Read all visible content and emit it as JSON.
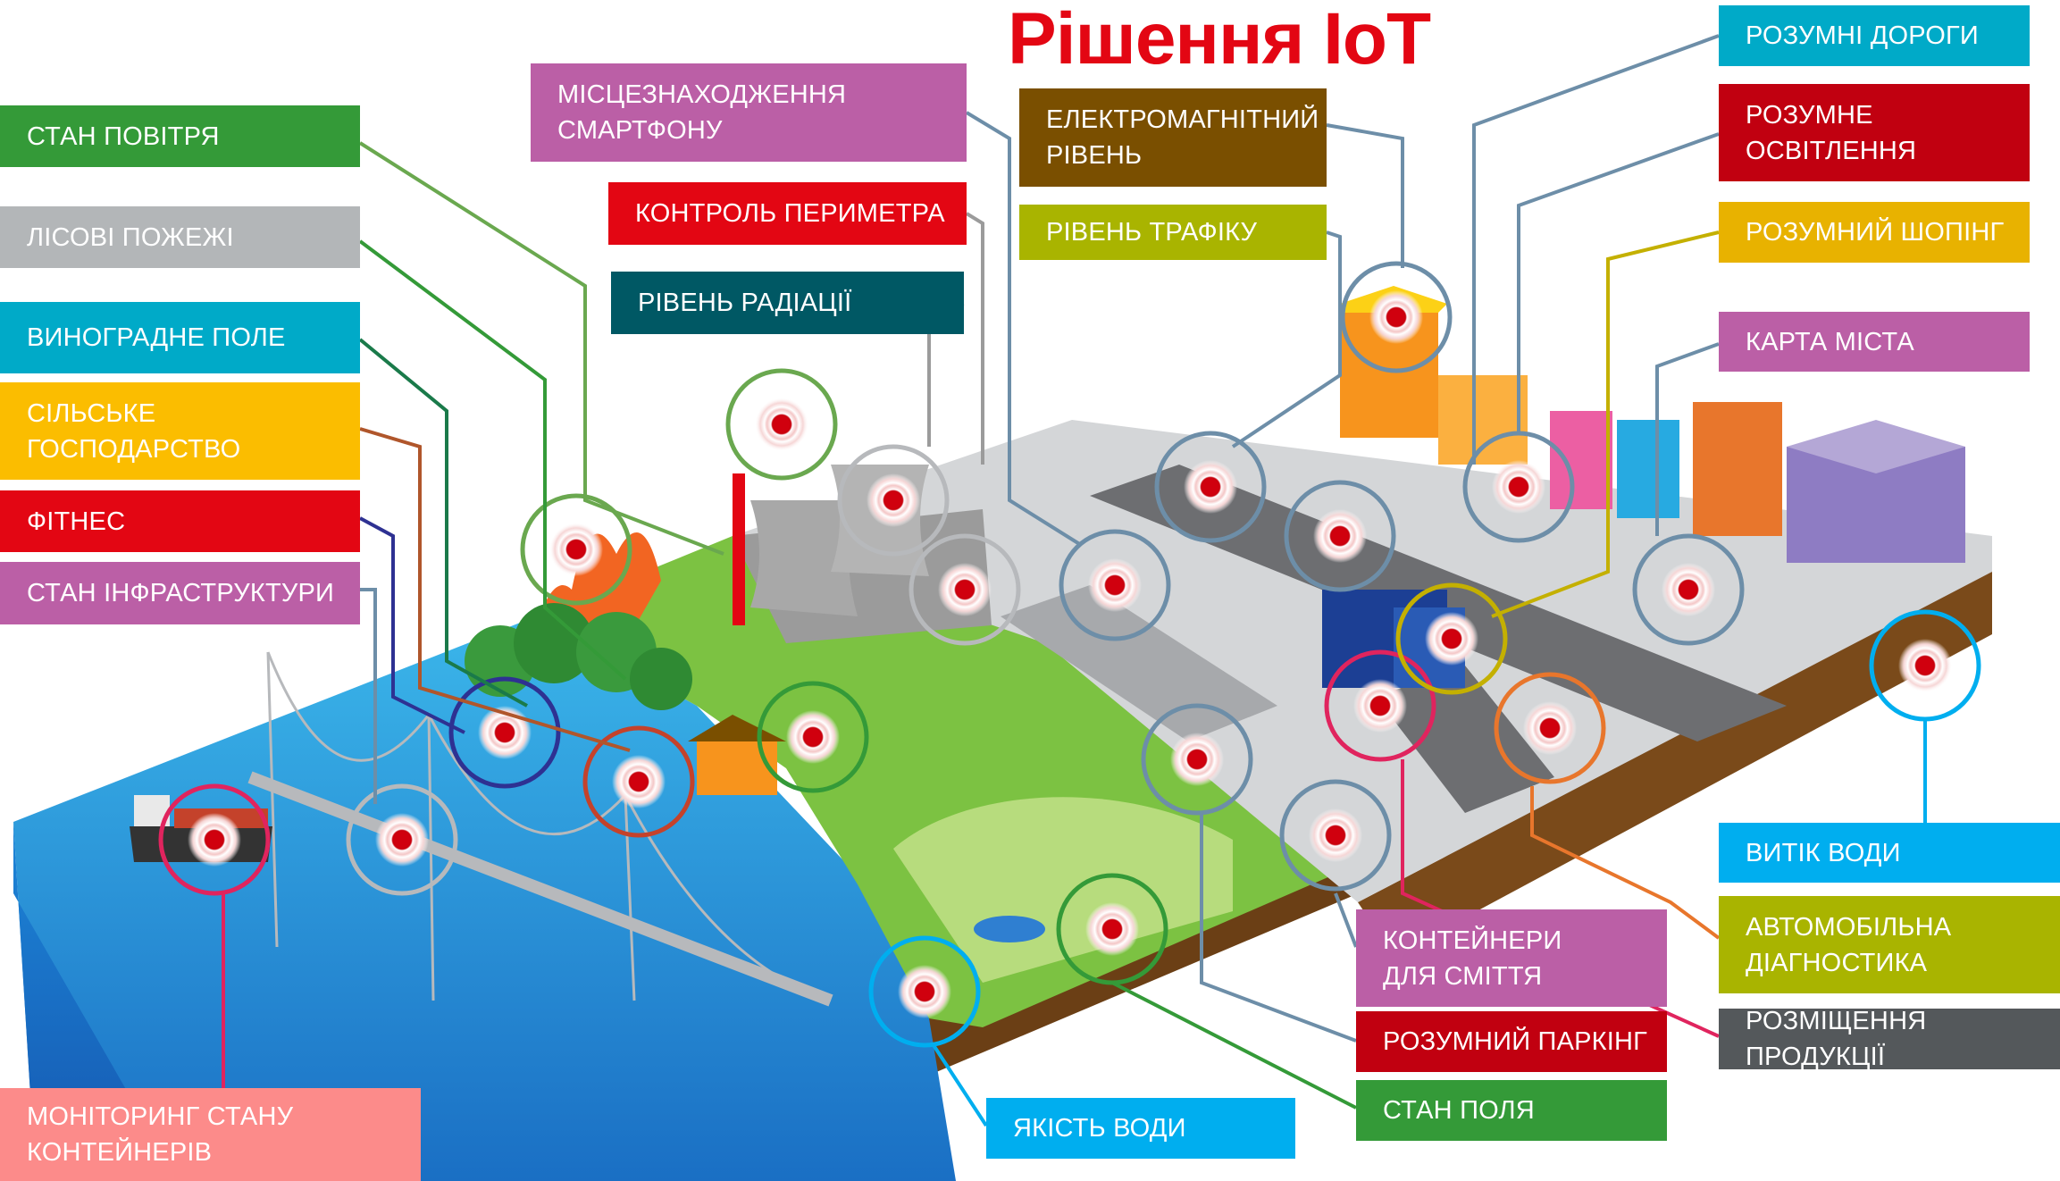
{
  "title": "Рішення IoT",
  "colors": {
    "title": "#e30613",
    "green": "#349a38",
    "gray": "#b3b6b8",
    "cyan": "#00aac8",
    "yellow": "#fbbd00",
    "red": "#e30613",
    "purple": "#bb5fa6",
    "dark_teal": "#005864",
    "brown": "#7a4f00",
    "olive": "#a9b400",
    "dark_red": "#c10010",
    "gold": "#e8b200",
    "sky": "#00aeef",
    "slate": "#54585b",
    "pink": "#fc8b8a",
    "water": "#1e8fd6",
    "grass": "#7cc242",
    "soil": "#6b3f15",
    "road": "#6d6e71",
    "pavement": "#d4d6d8"
  },
  "left_labels": [
    {
      "id": "air",
      "text": "СТАН ПОВІТРЯ",
      "color": "#349a38"
    },
    {
      "id": "forest-fire",
      "text": "ЛІСОВІ ПОЖЕЖІ",
      "color": "#b3b6b8"
    },
    {
      "id": "vineyard",
      "text": "ВИНОГРАДНЕ ПОЛЕ",
      "color": "#00aac8"
    },
    {
      "id": "agriculture",
      "text": "СІЛЬСЬКЕ\nГОСПОДАРСТВО",
      "color": "#fbbd00"
    },
    {
      "id": "fitness",
      "text": "ФІТНЕС",
      "color": "#e30613"
    },
    {
      "id": "infrastructure",
      "text": "СТАН ІНФРАСТРУКТУРИ",
      "color": "#bb5fa6"
    }
  ],
  "center_labels": [
    {
      "id": "smartphone-location",
      "text": "МІСЦЕЗНАХОДЖЕННЯ\nСМАРТФОНУ",
      "color": "#bb5fa6"
    },
    {
      "id": "perimeter-control",
      "text": "КОНТРОЛЬ ПЕРИМЕТРА",
      "color": "#e30613"
    },
    {
      "id": "radiation-level",
      "text": "РІВЕНЬ РАДІАЦІЇ",
      "color": "#005864"
    },
    {
      "id": "em-level",
      "text": "ЕЛЕКТРОМАГНІТНИЙ\nРІВЕНЬ",
      "color": "#7a4f00"
    },
    {
      "id": "traffic-level",
      "text": "РІВЕНЬ ТРАФІКУ",
      "color": "#a9b400"
    }
  ],
  "right_labels": [
    {
      "id": "smart-roads",
      "text": "РОЗУМНІ ДОРОГИ",
      "color": "#00aac8"
    },
    {
      "id": "smart-lighting",
      "text": "РОЗУМНЕ\nОСВІТЛЕННЯ",
      "color": "#c10010"
    },
    {
      "id": "smart-shopping",
      "text": "РОЗУМНИЙ ШОПІНГ",
      "color": "#e8b200"
    },
    {
      "id": "city-map",
      "text": "КАРТА МІСТА",
      "color": "#bb5fa6"
    },
    {
      "id": "water-leak",
      "text": "ВИТІК ВОДИ",
      "color": "#00aeef"
    },
    {
      "id": "car-diagnostics",
      "text": "АВТОМОБІЛЬНА\nДІАГНОСТИКА",
      "color": "#a9b400"
    },
    {
      "id": "product-placement",
      "text": "РОЗМІЩЕННЯ ПРОДУКЦІЇ",
      "color": "#54585b"
    }
  ],
  "bottom_labels": [
    {
      "id": "waste-containers",
      "text": "КОНТЕЙНЕРИ\nДЛЯ СМІТТЯ",
      "color": "#bb5fa6"
    },
    {
      "id": "smart-parking",
      "text": "РОЗУМНИЙ ПАРКІНГ",
      "color": "#c10010"
    },
    {
      "id": "field-state",
      "text": "СТАН ПОЛЯ",
      "color": "#349a38"
    },
    {
      "id": "water-quality",
      "text": "ЯКІСТЬ ВОДИ",
      "color": "#00aeef"
    },
    {
      "id": "container-monitoring",
      "text": "МОНІТОРИНГ СТАНУ\nКОНТЕЙНЕРІВ",
      "color": "#fc8b8a"
    }
  ]
}
